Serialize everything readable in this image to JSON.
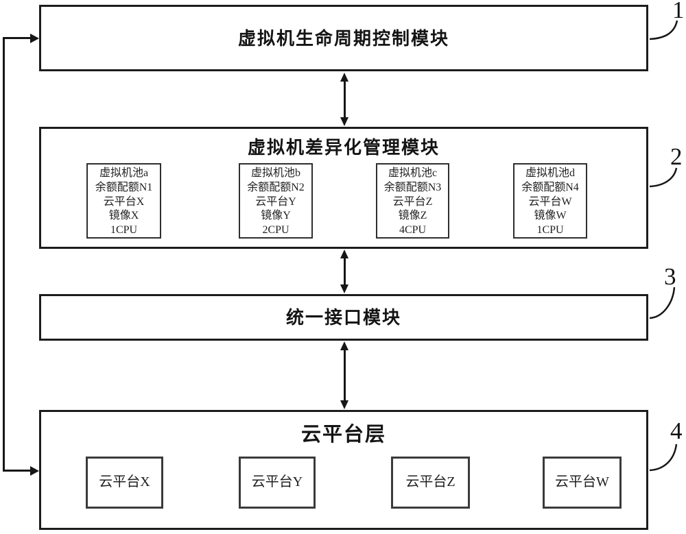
{
  "figure": {
    "background": "#ffffff",
    "line_color": "#161616"
  },
  "modules": {
    "lifecycle": {
      "ref": "1",
      "title": "虚拟机生命周期控制模块"
    },
    "differentiation": {
      "ref": "2",
      "title": "虚拟机差异化管理模块",
      "pools": [
        {
          "lines": [
            "虚拟机池a",
            "余额配额N1",
            "云平台X",
            "镜像X",
            "1CPU"
          ]
        },
        {
          "lines": [
            "虚拟机池b",
            "余额配额N2",
            "云平台Y",
            "镜像Y",
            "2CPU"
          ]
        },
        {
          "lines": [
            "虚拟机池c",
            "余额配额N3",
            "云平台Z",
            "镜像Z",
            "4CPU"
          ]
        },
        {
          "lines": [
            "虚拟机池d",
            "余额配额N4",
            "云平台W",
            "镜像W",
            "1CPU"
          ]
        }
      ]
    },
    "interface": {
      "ref": "3",
      "title": "统一接口模块"
    },
    "cloud_layer": {
      "ref": "4",
      "title": "云平台层",
      "platforms": [
        "云平台X",
        "云平台Y",
        "云平台Z",
        "云平台W"
      ]
    }
  }
}
